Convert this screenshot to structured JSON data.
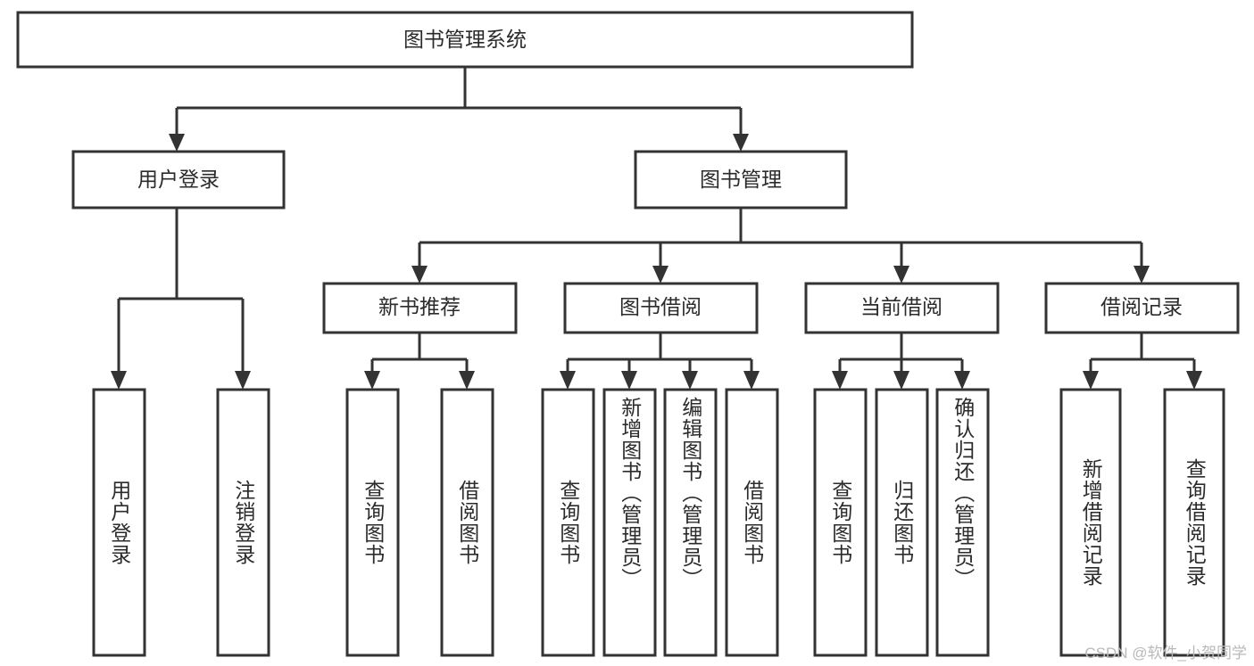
{
  "diagram": {
    "type": "tree-flowchart",
    "title": "图书管理系统",
    "watermark": "CSDN @软件_小贺同学",
    "colors": {
      "box_fill": "#ffffff",
      "box_stroke": "#333333",
      "text": "#2b2b2b",
      "background": "#ffffff",
      "watermark": "#b9b9b9"
    },
    "levels": {
      "root": {
        "label": "图书管理系统"
      },
      "level2": [
        {
          "label": "用户登录"
        },
        {
          "label": "图书管理"
        }
      ],
      "level3": [
        {
          "label": "新书推荐"
        },
        {
          "label": "图书借阅"
        },
        {
          "label": "当前借阅"
        },
        {
          "label": "借阅记录"
        }
      ],
      "leaves": {
        "user_login": [
          {
            "label": "用户登录"
          },
          {
            "label": "注销登录"
          }
        ],
        "new_book_recommend": [
          {
            "label": "查询图书"
          },
          {
            "label": "借阅图书"
          }
        ],
        "book_borrow": [
          {
            "label": "查询图书"
          },
          {
            "label": "新增图书（管理员）"
          },
          {
            "label": "编辑图书（管理员）"
          },
          {
            "label": "借阅图书"
          }
        ],
        "current_borrow": [
          {
            "label": "查询图书"
          },
          {
            "label": "归还图书"
          },
          {
            "label": "确认归还（管理员）"
          }
        ],
        "borrow_record": [
          {
            "label": "新增借阅记录"
          },
          {
            "label": "查询借阅记录"
          }
        ]
      }
    }
  }
}
